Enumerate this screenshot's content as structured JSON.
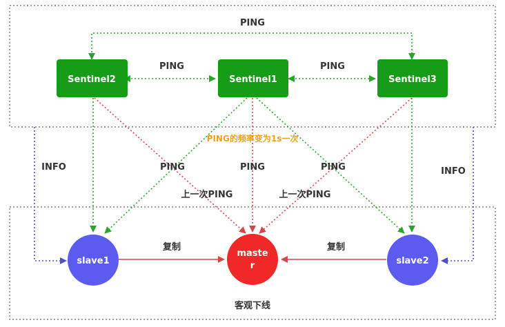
{
  "colors": {
    "sentinel": "#179c17",
    "slave": "#5b5bf0",
    "master": "#f02828",
    "green_line": "#2aa42a",
    "red_line": "#d04848",
    "blue_line": "#5050c8",
    "frame": "#666666",
    "note": "#f0a020"
  },
  "sentinels": [
    {
      "label": "Sentinel2"
    },
    {
      "label": "Sentinel1"
    },
    {
      "label": "Sentinel3"
    }
  ],
  "slave1": {
    "label": "slave1"
  },
  "slave2": {
    "label": "slave2"
  },
  "master": {
    "label_line1": "maste",
    "label_line2": "r"
  },
  "labels": {
    "ping_top": "PING",
    "ping_left": "PING",
    "ping_right": "PING",
    "freq_note": "PING的频率变为1s一次",
    "ping_diag_left": "PING",
    "ping_diag_center": "PING",
    "ping_diag_right": "PING",
    "last_ping_left": "上一次PING",
    "last_ping_right": "上一次PING",
    "info_left": "INFO",
    "info_right": "INFO",
    "copy_left": "复制",
    "copy_right": "复制",
    "objective_down": "客观下线"
  }
}
